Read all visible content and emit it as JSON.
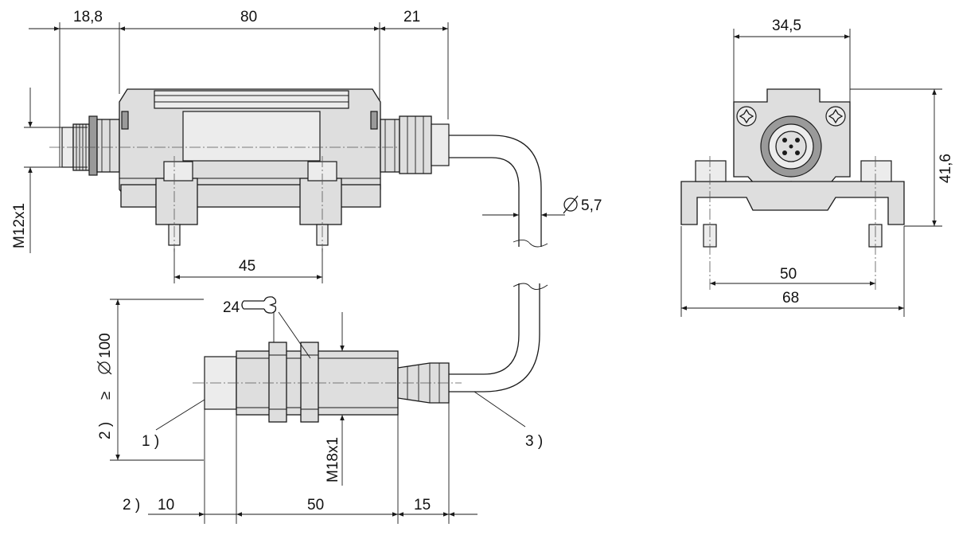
{
  "dimensions": {
    "connector_width": "18,8",
    "housing_length": "80",
    "cable_gland_length": "21",
    "connector_thread": "M12x1",
    "cable_diameter": "5,7",
    "mount_spacing": "45",
    "front_width": "34,5",
    "front_height": "41,6",
    "bracket_hole_spacing": "50",
    "bracket_width": "68",
    "wrench_size": "24",
    "clearance_diameter": "100",
    "sensor_thread": "M18x1",
    "cap_length": "10",
    "sensor_length": "50",
    "cable_sleeve_length": "15"
  },
  "notes": {
    "note1": "1 )",
    "note2": "2 )",
    "note3": "3 )",
    "note2_bottom": "2 )",
    "ge_symbol": "≥",
    "diameter_symbol": "Ø"
  },
  "icons": {
    "wrench": "wrench-icon",
    "socket": "m12-socket-icon",
    "screw": "torx-screw-icon"
  }
}
